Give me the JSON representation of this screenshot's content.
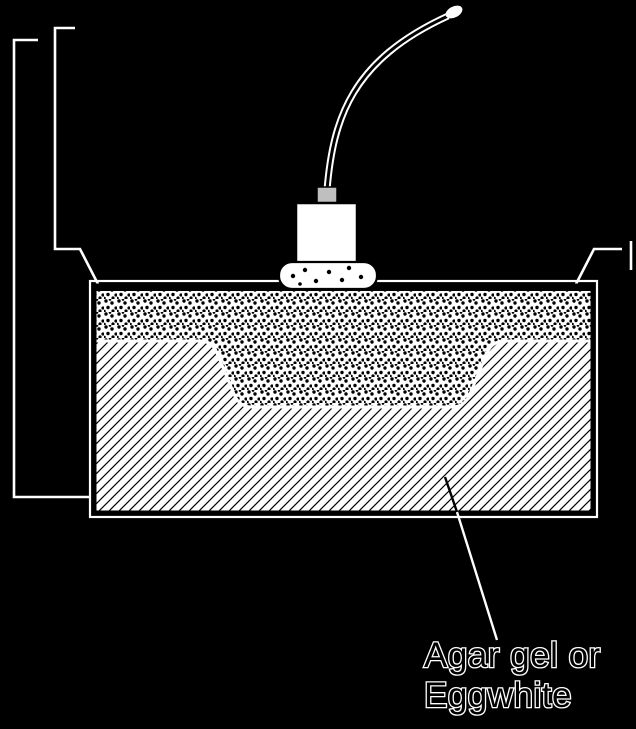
{
  "figure": {
    "type": "technical-diagram",
    "caption": {
      "line1": "Agar gel or",
      "line2": "Eggwhite"
    },
    "colors": {
      "background": "#000000",
      "line_on_dark": "#ffffff",
      "ink": "#000000",
      "paper": "#ffffff",
      "connector_gray": "#bfbfbf"
    }
  }
}
